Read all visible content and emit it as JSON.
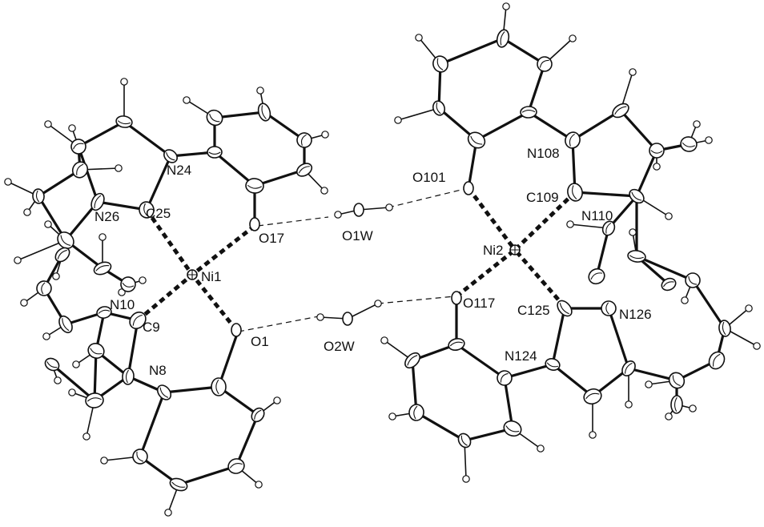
{
  "labels": {
    "n26": "N26",
    "c25": "C25",
    "n24": "N24",
    "o17": "O17",
    "ni1": "Ni1",
    "n10": "N10",
    "c9": "C9",
    "n8": "N8",
    "o1": "O1",
    "o1w": "O1W",
    "o2w": "O2W",
    "o101": "O101",
    "n108": "N108",
    "c109": "C109",
    "n110": "N110",
    "ni2": "Ni2",
    "o117": "O117",
    "c125": "C125",
    "n126": "N126",
    "n124": "N124"
  }
}
